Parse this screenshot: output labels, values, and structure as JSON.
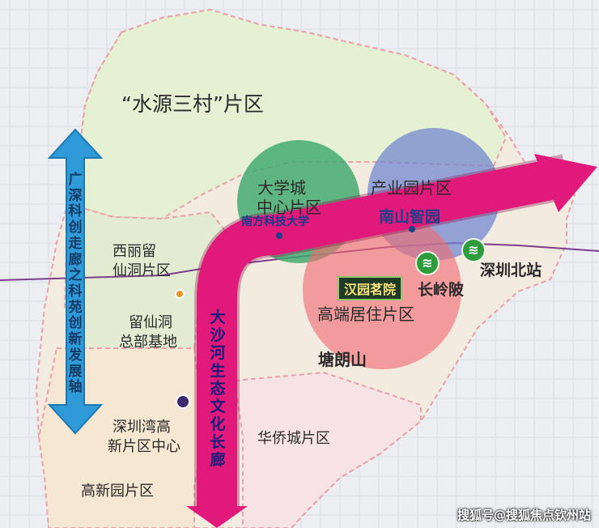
{
  "map": {
    "zones": {
      "shuiyuan": "“水源三村”片区",
      "university_center": [
        "大学城",
        "中心片区"
      ],
      "sustech": "南方科技大学",
      "industrial_park": "产业园片区",
      "nanshan_park": "南山智园",
      "xili": [
        "西丽留",
        "仙洞片区"
      ],
      "liuxiandong": [
        "留仙洞",
        "总部基地"
      ],
      "hanyuan": "汉园茗院",
      "changlingpi": "长岭陂",
      "shenzhen_north": "深圳北站",
      "highend_residential": "高端居住片区",
      "tanglangshan": "塘朗山",
      "shenzhenwan": [
        "深圳湾高",
        "新片区中心"
      ],
      "huaqiaocheng": "华侨城片区",
      "gaoxinyuan": "高新园片区"
    },
    "corridors": {
      "guangshen": "广深科创走廊之科苑创新发展轴",
      "dashahe": "大沙河生态文化长廊"
    },
    "metro_symbol": "≋"
  },
  "watermark": "搜狐号@搜狐焦点钦州站",
  "colors": {
    "corridor_pink": "#e0197a",
    "axis_blue": "#2f9ad8",
    "green_circle": "#3da86c",
    "blue_circle": "#6f84cf",
    "red_circle": "#f06b72",
    "metro_green": "#2e9c3d"
  }
}
